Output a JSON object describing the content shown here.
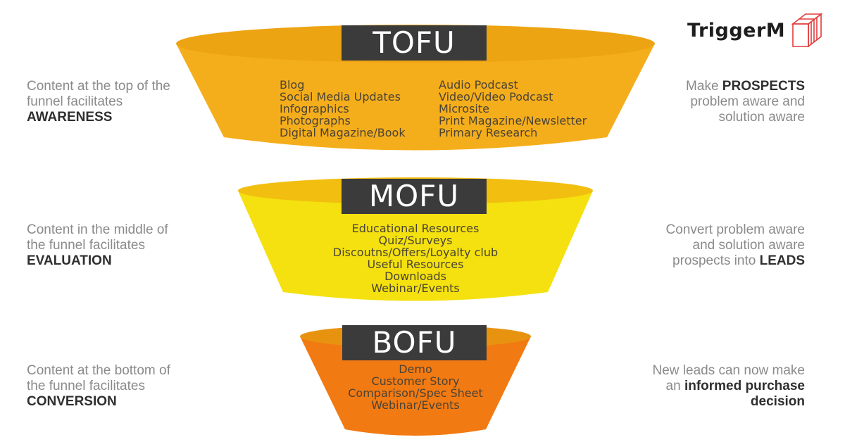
{
  "brand": {
    "name": "TriggerM",
    "accent": "#e23b3b"
  },
  "colors": {
    "tofu": "#f5ae1b",
    "tofu_rim": "#eda413",
    "mofu": "#f4e10f",
    "mofu_rim": "#f2be10",
    "bofu": "#f27a12",
    "bofu_rim": "#e8930f",
    "label_bg": "#3b3b3b"
  },
  "stages": [
    {
      "label": "TOFU",
      "left": {
        "line1": "Content at the top of the",
        "line2": "funnel facilitates",
        "emphasis": "AWARENESS"
      },
      "right": {
        "pre": "Make ",
        "emphasis": "PROSPECTS",
        "line2": "problem aware and",
        "line3": "solution aware"
      },
      "content_left": [
        "Blog",
        "Social Media Updates",
        "Infographics",
        "Photographs",
        "Digital Magazine/Book"
      ],
      "content_right": [
        "Audio Podcast",
        "Video/Video Podcast",
        "Microsite",
        "Print Magazine/Newsletter",
        "Primary Research"
      ]
    },
    {
      "label": "MOFU",
      "left": {
        "line1": "Content in the middle of",
        "line2": "the funnel facilitates",
        "emphasis": "EVALUATION"
      },
      "right": {
        "line1": "Convert problem aware",
        "line2": "and solution aware",
        "pre": "prospects into ",
        "emphasis": "LEADS"
      },
      "content": [
        "Educational Resources",
        "Quiz/Surveys",
        "Discoutns/Offers/Loyalty club",
        "Useful Resources",
        "Downloads",
        "Webinar/Events"
      ]
    },
    {
      "label": "BOFU",
      "left": {
        "line1": "Content at the bottom of",
        "line2": "the funnel facilitates",
        "emphasis": "CONVERSION"
      },
      "right": {
        "line1": "New leads can now make",
        "pre": "an ",
        "emphasis": "informed purchase",
        "line3": "decision"
      },
      "content": [
        "Demo",
        "Customer Story",
        "Comparison/Spec Sheet",
        "Webinar/Events"
      ]
    }
  ]
}
